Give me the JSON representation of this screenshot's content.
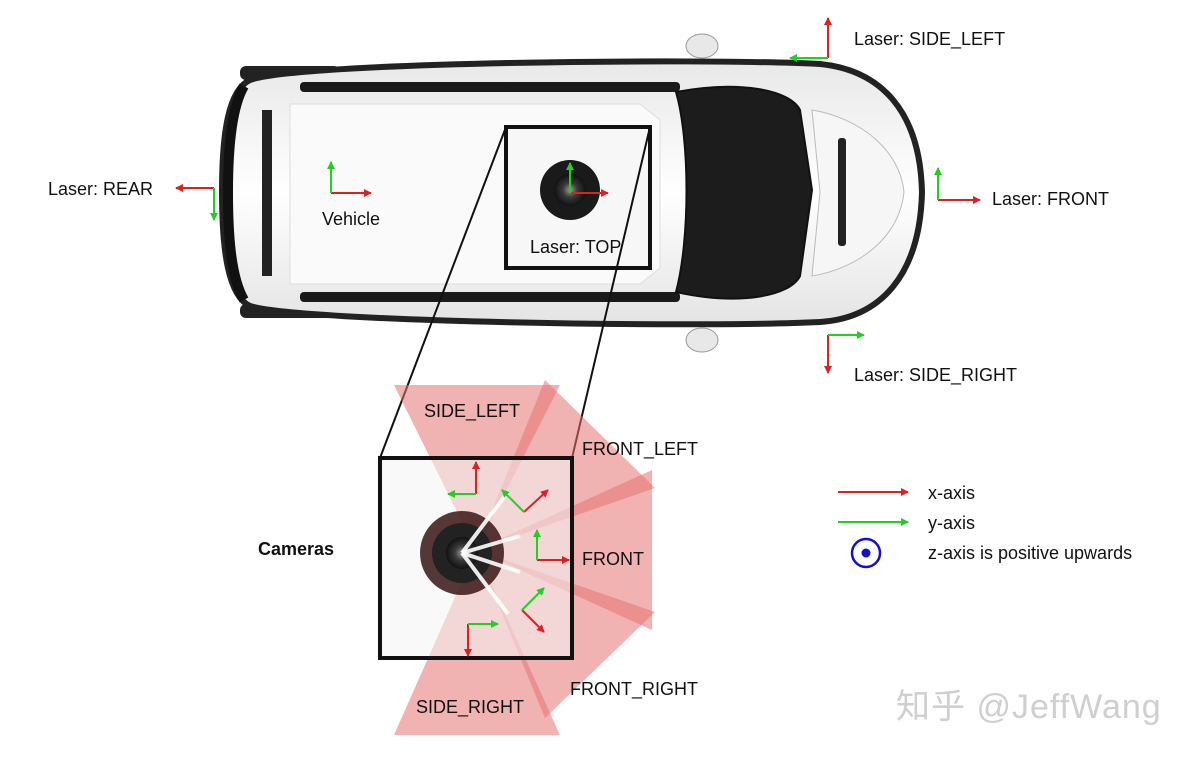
{
  "vehicle": {
    "label": "Vehicle",
    "body_color": "#f4f4f4",
    "glass_color": "#1c1c1c"
  },
  "lasers": {
    "rear": "Laser: REAR",
    "top": "Laser: TOP",
    "front": "Laser: FRONT",
    "side_left": "Laser: SIDE_LEFT",
    "side_right": "Laser: SIDE_RIGHT"
  },
  "cameras": {
    "title": "Cameras",
    "side_left": "SIDE_LEFT",
    "front_left": "FRONT_LEFT",
    "front": "FRONT",
    "front_right": "FRONT_RIGHT",
    "side_right": "SIDE_RIGHT",
    "fov_color": "#e57373"
  },
  "legend": {
    "x_axis": "x-axis",
    "y_axis": "y-axis",
    "z_axis": "z-axis is positive upwards",
    "x_color": "#e02020",
    "y_color": "#22d022",
    "z_color": "#1010d0"
  },
  "watermark": "知乎 @JeffWang"
}
